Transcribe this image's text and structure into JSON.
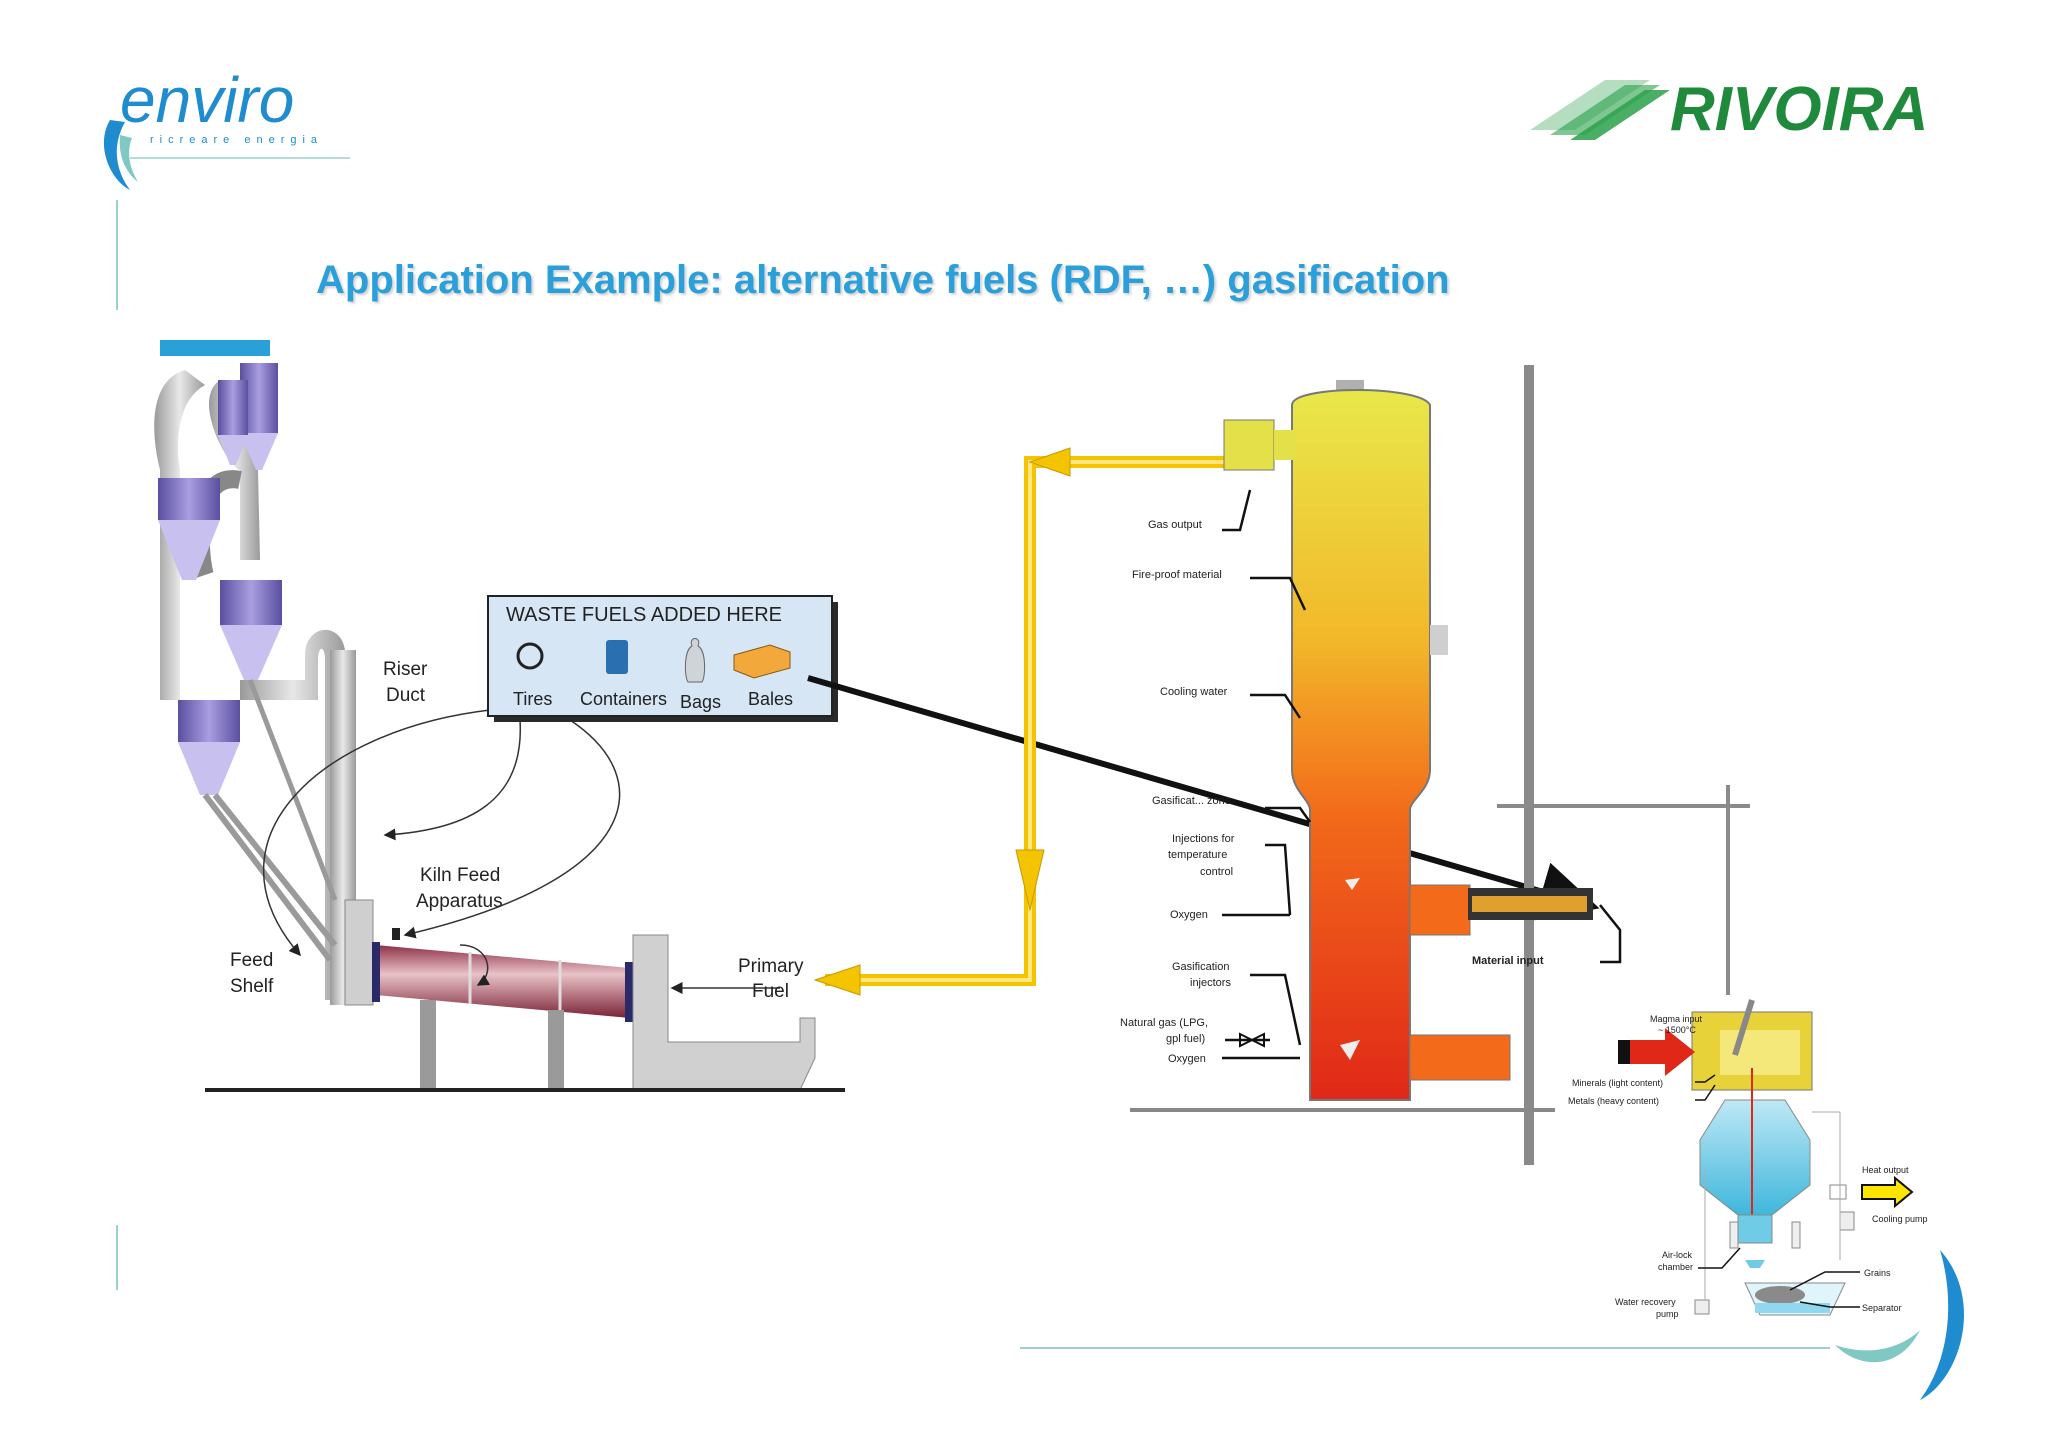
{
  "slide": {
    "title": "Application Example: alternative fuels (RDF, …) gasification"
  },
  "logos": {
    "left": {
      "wordmark": "enviro",
      "tagline": "ricreare energia"
    },
    "right": {
      "wordmark": "RIVOIRA"
    }
  },
  "kiln": {
    "riser_duct": [
      "Riser",
      "Duct"
    ],
    "kiln_feed": [
      "Kiln Feed",
      "Apparatus"
    ],
    "feed_shelf": [
      "Feed",
      "Shelf"
    ],
    "primary_fuel": [
      "Primary",
      "Fuel"
    ],
    "waste_box": {
      "heading": "WASTE FUELS ADDED HERE",
      "items": [
        "Tires",
        "Containers",
        "Bags",
        "Bales"
      ]
    }
  },
  "gasifier": {
    "labels": {
      "gas_output": "Gas output",
      "fireproof": "Fire-proof material",
      "cooling_water": "Cooling water",
      "gasification_zone": "Gasificat... zone",
      "injection": [
        "Injections for",
        "temperature",
        "control"
      ],
      "oxygen1": "Oxygen",
      "gasif_injectors": [
        "Gasification",
        "injectors"
      ],
      "natural_gas": [
        "Natural gas (LPG,",
        "gpl fuel)"
      ],
      "oxygen2": "Oxygen",
      "material_input": "Material input"
    }
  },
  "vitrification": {
    "labels": {
      "magma_input": [
        "Magma input",
        "~ 1500°C"
      ],
      "minerals": "Minerals (light content)",
      "metals": "Metals (heavy content)",
      "heat_output": "Heat output",
      "cooling_pump": "Cooling pump",
      "airlock": [
        "Air-lock",
        "chamber"
      ],
      "grains": "Grains",
      "water_recovery": [
        "Water recovery",
        "pump"
      ],
      "separator": "Separator"
    }
  },
  "colors": {
    "title": "#2a9fd9",
    "arrow_yellow": "#f5c400",
    "kiln_body": "#b5485a",
    "hopper": "#8a7fc8",
    "box_fill": "#d6e6f5"
  }
}
